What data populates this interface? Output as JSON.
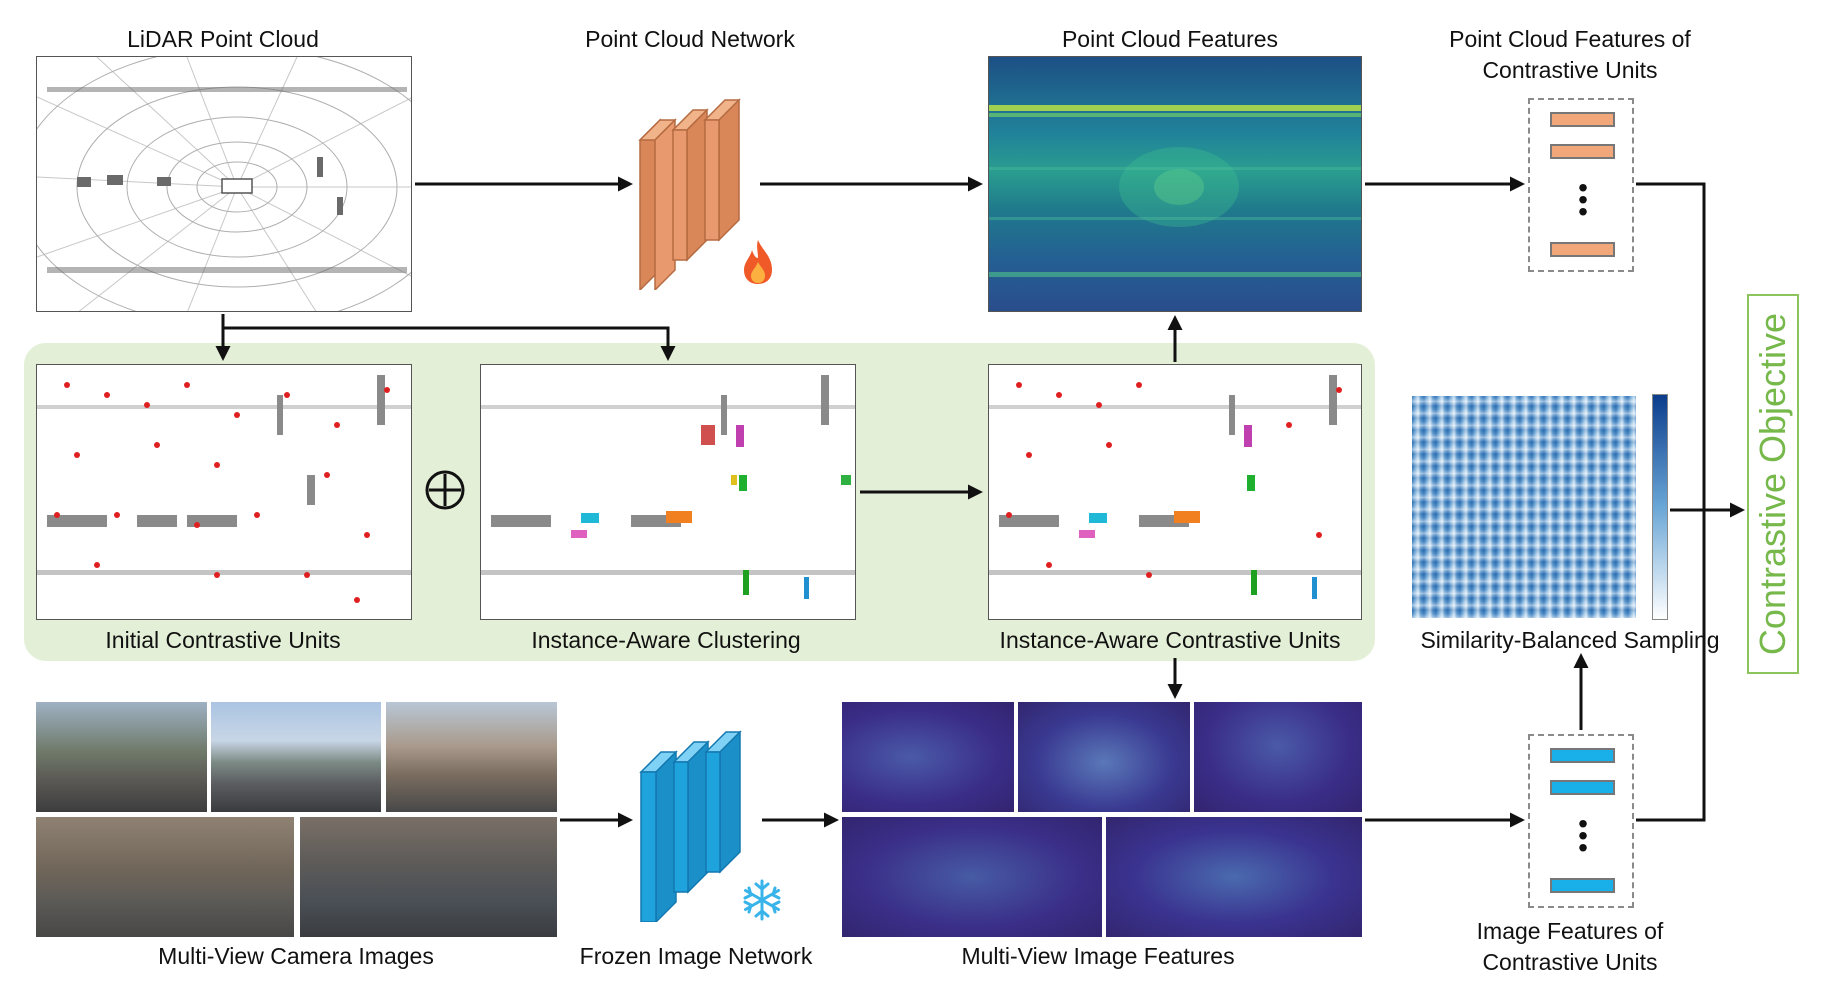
{
  "labels": {
    "lidar": "LiDAR Point Cloud",
    "pc_network": "Point Cloud Network",
    "pc_features": "Point Cloud Features",
    "pc_features_units_1": "Point Cloud Features of",
    "pc_features_units_2": "Contrastive Units",
    "initial_units": "Initial Contrastive Units",
    "clustering": "Instance-Aware Clustering",
    "instance_units": "Instance-Aware Contrastive Units",
    "sampling": "Similarity-Balanced Sampling",
    "objective": "Contrastive Objective",
    "camera_images": "Multi-View Camera Images",
    "image_network": "Frozen Image Network",
    "image_features": "Multi-View Image Features",
    "img_features_units_1": "Image Features of",
    "img_features_units_2": "Contrastive Units"
  },
  "icons": {
    "combine": "circled-plus-icon",
    "trainable": "flame-icon",
    "frozen": "snowflake-icon"
  },
  "colors": {
    "green_region": "#e3efd6",
    "objective_green": "#76b84a",
    "pc_network_orange": "#e89a6e",
    "image_network_blue": "#1fa3dc",
    "unit_orange": "#f2a77a",
    "unit_blue": "#19b0ea",
    "feature_map_teal": "#1f7a8c",
    "feature_map_purple": "#3b2a86",
    "matrix_blue": "#2a6fb5"
  }
}
